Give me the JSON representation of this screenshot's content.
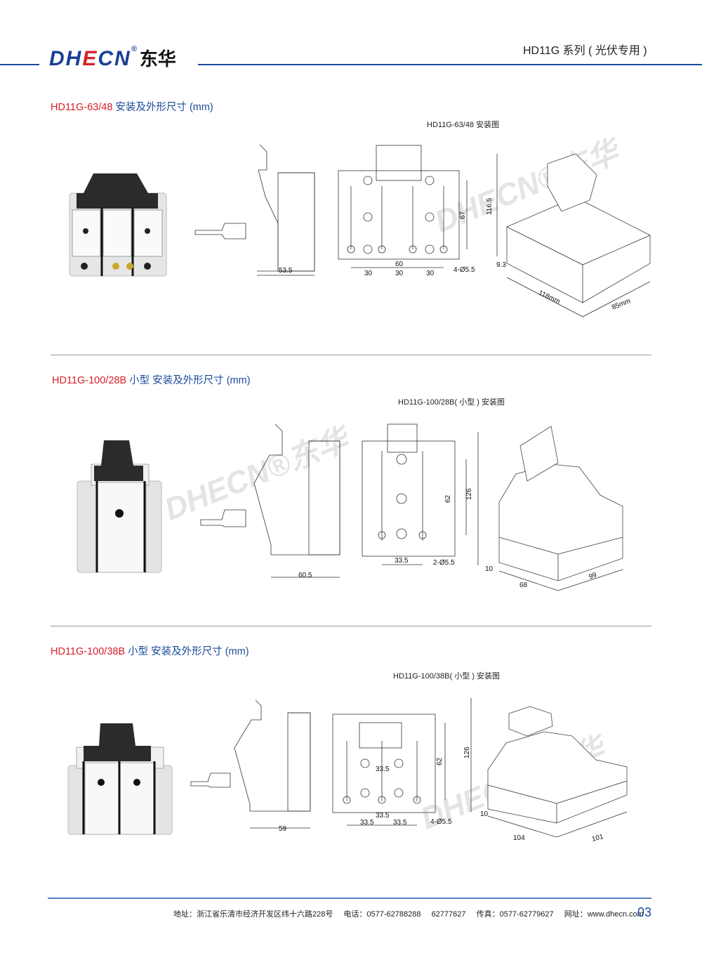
{
  "header": {
    "logo_text": "DHECN",
    "logo_cn": "东华",
    "series_title": "HD11G 系列 ( 光伏专用 )",
    "accent": "#1a4a9c",
    "red": "#d6202a"
  },
  "sections": [
    {
      "model": "HD11G-63/48",
      "title_rest": "安装及外形尺寸 (mm)",
      "drawing_caption": "HD11G-63/48 安装图",
      "dims": {
        "side_depth": "53.5",
        "front_total": "60",
        "front_a": "30",
        "front_b": "30",
        "front_c": "30",
        "front_h": "67",
        "holes": "4-Ø5.5",
        "height": "116.5",
        "base": "9.3",
        "length": "118mm",
        "width": "85mm"
      }
    },
    {
      "model": "HD11G-100/28B",
      "title_rest": "小型 安装及外形尺寸 (mm)",
      "drawing_caption": "HD11G-100/28B( 小型 ) 安装图",
      "dims": {
        "side_depth": "60.5",
        "front_h": "62",
        "height": "126",
        "front_w": "33.5",
        "holes": "2-Ø5.5",
        "base": "10",
        "length": "68",
        "width": "99"
      }
    },
    {
      "model": "HD11G-100/38B",
      "title_rest": "小型 安装及外形尺寸 (mm)",
      "drawing_caption": "HD11G-100/38B( 小型 ) 安装图",
      "dims": {
        "side_depth": "59",
        "front_h": "62",
        "height": "126",
        "top_w": "33.5",
        "mid_w": "33.5",
        "bot_a": "33.5",
        "bot_b": "33.5",
        "holes": "4-Ø5.5",
        "base": "10",
        "length": "104",
        "width": "101"
      }
    }
  ],
  "footer": {
    "address": "地址：浙江省乐清市经济开发区纬十六路228号",
    "phone": "电话：0577-62788288",
    "phone2": "62777627",
    "fax": "传真：0577-62779627",
    "web": "网址：www.dhecn.com",
    "page": "03"
  }
}
